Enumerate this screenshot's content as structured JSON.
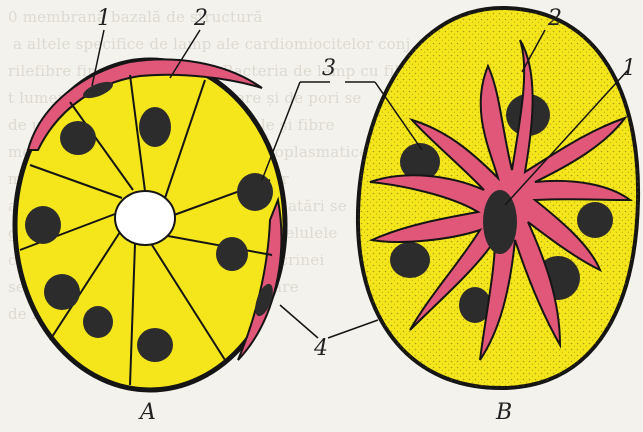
{
  "background_text": "0 membrană bazală de structură\n a altele specifice de lamp ale cardiomiocitelor conj\nrilefibre fine și cu granule. Bacteria de lamp cu fibre\nt lumenul prin celulele alveolare și de pori se\nde un strat de celule mioepiteliale și fibre\nmemoria, sub formă de lamp, protoplasmatice\nmucoase, care prin contractarea lor\nactive ale celulelor secretoare la dilatări se\nglandulare. Celulele mioepiteliale celulele\nconectoare și prin mecanismul exocrinei\nsecretorii tubulare și tubuloalveolare\nde ramificarea glandelor\n",
  "panels": [
    {
      "caption": "A"
    },
    {
      "caption": "B"
    }
  ],
  "labels": [
    "1",
    "2",
    "3",
    "4",
    "2",
    "1"
  ],
  "colors": {
    "cytoplasm": "#f5e61c",
    "nucleus": "#2c2c2c",
    "myoepithelial": "#e0577a",
    "outline": "#151515"
  }
}
